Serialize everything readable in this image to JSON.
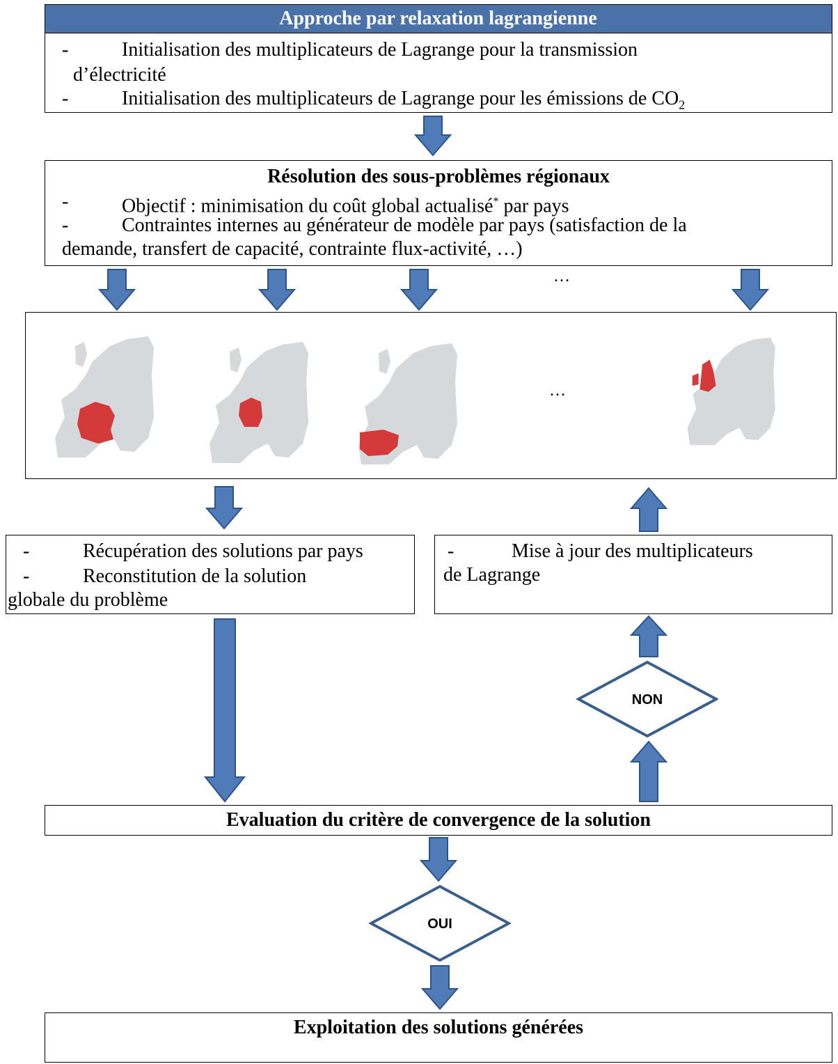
{
  "header": {
    "title": "Approche par relaxation lagrangienne",
    "lines": [
      {
        "dash": "-",
        "text": "Initialisation des multiplicateurs de Lagrange pour la transmission",
        "cont": "d’électricité"
      },
      {
        "dash": "-",
        "text": "Initialisation des multiplicateurs de Lagrange pour les émissions de CO",
        "sub": "2"
      }
    ]
  },
  "regional": {
    "title": "Résolution des sous-problèmes régionaux",
    "line1_dash": "-",
    "line1_text": "Objectif : minimisation du coût global actualisé",
    "line1_sup": "*",
    "line1_tail": " par pays",
    "line2_dash": "-",
    "line2_text": "Contraintes internes au générateur de modèle par pays (satisfaction de la",
    "line2_cont": "demande, transfert de capacité, contrainte flux-activité, …)",
    "ellipsis_arrows": "…"
  },
  "maps": {
    "ellipsis": "…",
    "highlight_color": "#d43a3a",
    "land_color": "#d5d9dc",
    "highlighted_countries": [
      "France",
      "Allemagne",
      "Espagne",
      "Royaume-Uni"
    ]
  },
  "recovery": {
    "line1_dash": "-",
    "line1_text": "Récupération des solutions par pays",
    "line2_dash": "-",
    "line2_text": "Reconstitution de la solution",
    "line2_cont": "globale du problème"
  },
  "update": {
    "line1_dash": "-",
    "line1_text": "Mise à jour des multiplicateurs",
    "line1_cont": "de Lagrange"
  },
  "decision_no": {
    "label": "NON"
  },
  "convergence": {
    "title": "Evaluation du critère de convergence de la solution"
  },
  "decision_yes": {
    "label": "OUI"
  },
  "exploitation": {
    "title": "Exploitation des solutions générées"
  },
  "colors": {
    "arrow_fill": "#4f7bb8",
    "arrow_stroke": "#2e5386",
    "header_bg": "#4a72a8",
    "diamond_stroke": "#3b5f8c"
  }
}
